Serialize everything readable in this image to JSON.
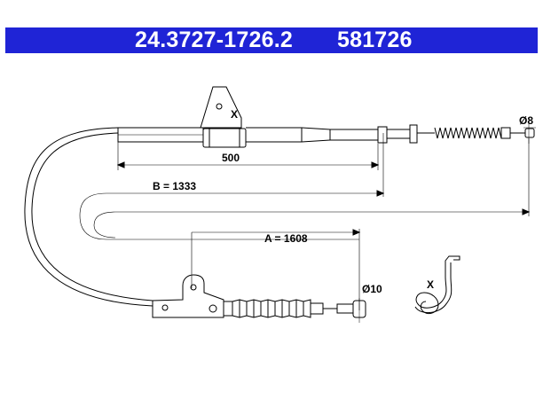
{
  "header": {
    "part_number": "24.3727-1726.2",
    "ref_number": "581726",
    "color": "#1f24d6"
  },
  "dimensions": {
    "top_segment": "500",
    "b_length": "B = 1333",
    "a_length": "A = 1608",
    "end_top_diameter": "Ø8",
    "end_bottom_diameter": "Ø10"
  },
  "detail_labels": {
    "bracket_top": "X",
    "spring_clip": "X"
  }
}
